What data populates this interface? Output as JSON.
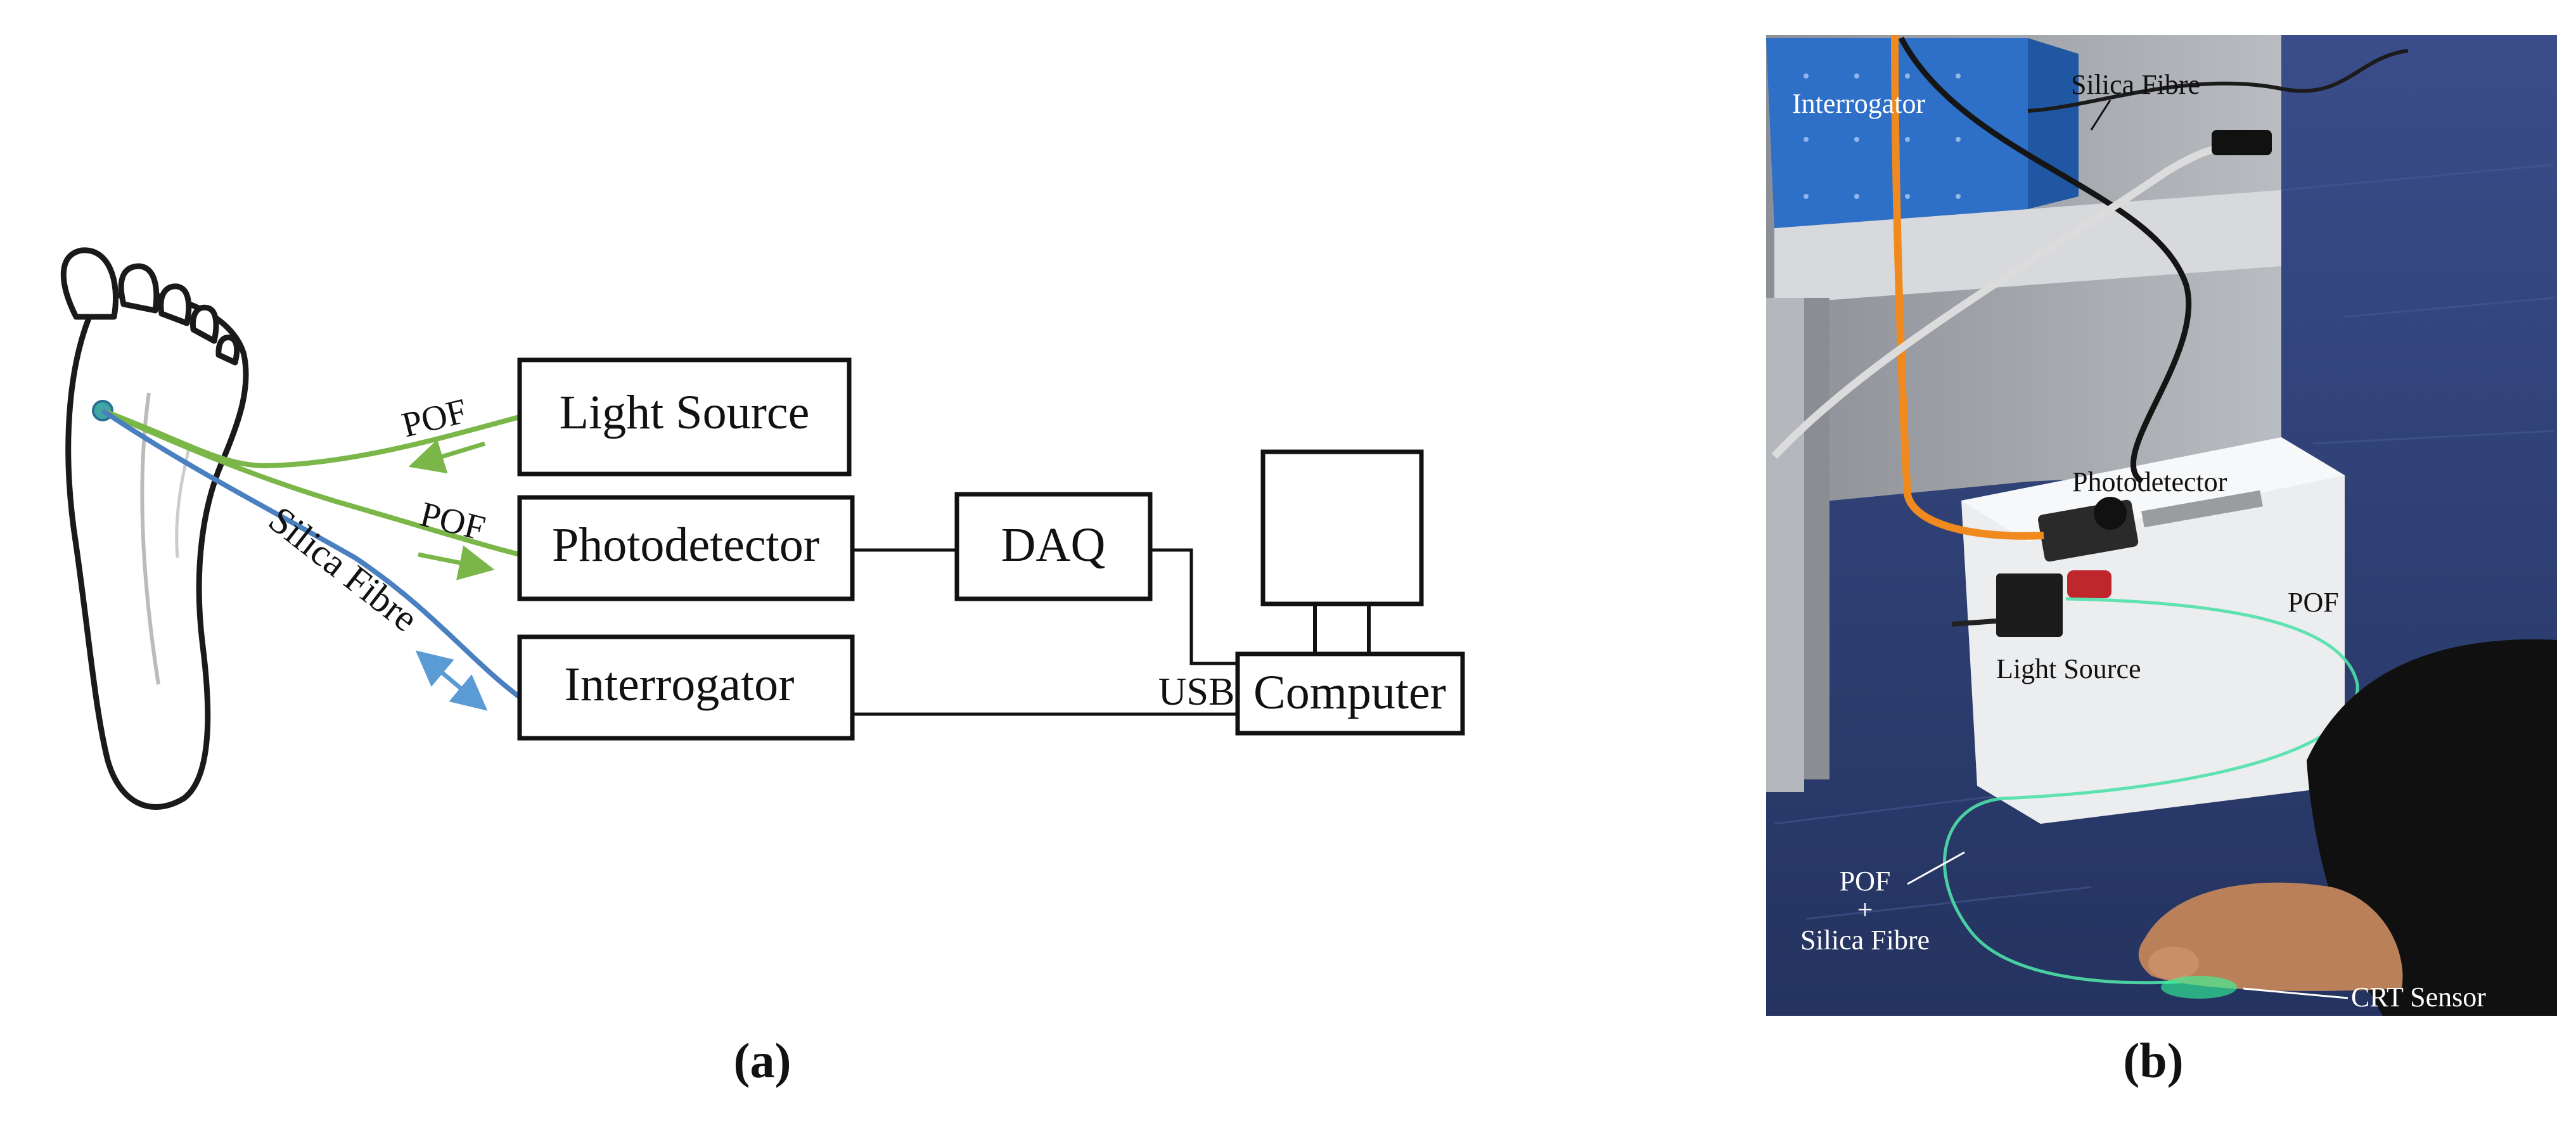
{
  "panel_a": {
    "caption": "(a)",
    "blocks": {
      "light_source": "Light Source",
      "photodetector": "Photodetector",
      "interrogator": "Interrogator",
      "daq": "DAQ",
      "computer": "Computer"
    },
    "link_labels": {
      "pof_top": "POF",
      "pof_bottom": "POF",
      "silica_fibre": "Silica Fibre",
      "usb": "USB"
    },
    "colors": {
      "pof": "#7ab648",
      "silica": "#4a80c0",
      "silica_arrow": "#5b9bd5",
      "sensor": "#3fa6a6"
    }
  },
  "panel_b": {
    "caption": "(b)",
    "labels": {
      "interrogator": "Interrogator",
      "silica_fibre": "Silica Fibre",
      "photodetector": "Photodetector",
      "pof": "POF",
      "light_source": "Light Source",
      "pof_plus_silica_1": "POF",
      "pof_plus_silica_2": "+",
      "pof_plus_silica_3": "Silica Fibre",
      "crt_sensor": "CRT Sensor"
    }
  }
}
